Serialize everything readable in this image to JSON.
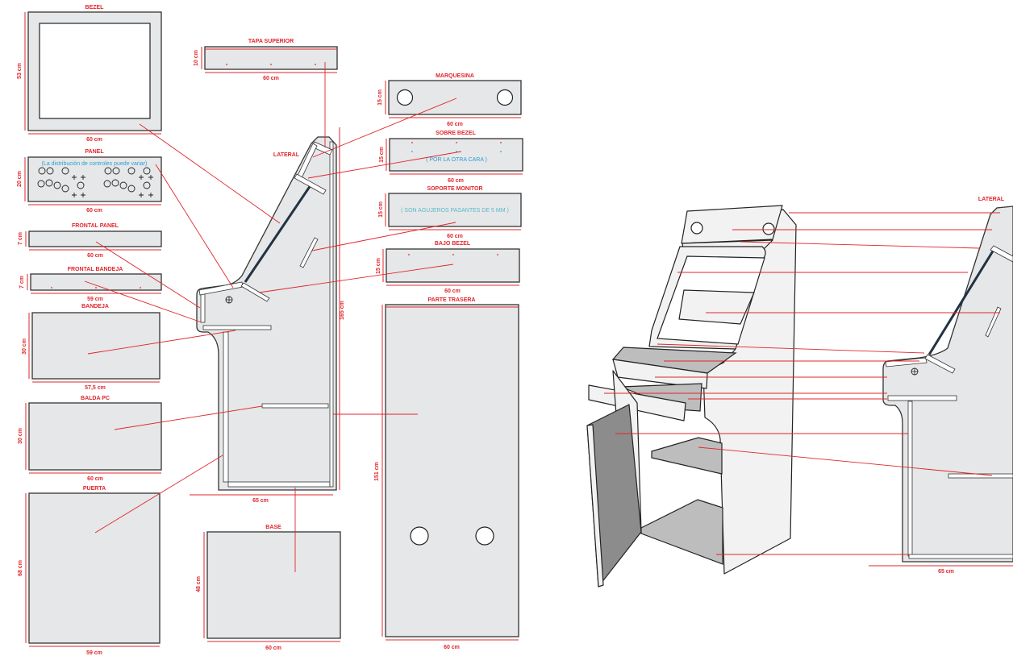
{
  "parts": {
    "bezel": {
      "name": "BEZEL",
      "width": "60 cm",
      "height": "53 cm"
    },
    "tapa_superior": {
      "name": "TAPA SUPERIOR",
      "width": "60 cm",
      "height": "10 cm"
    },
    "panel": {
      "name": "PANEL",
      "note": "(La distribución de controles puede variar)",
      "width": "60 cm",
      "height": "20 cm"
    },
    "frontal_panel": {
      "name": "FRONTAL PANEL",
      "width": "60 cm",
      "height": "7 cm"
    },
    "frontal_bandeja": {
      "name": "FRONTAL BANDEJA",
      "width": "59 cm",
      "height": "7 cm"
    },
    "bandeja": {
      "name": "BANDEJA",
      "width": "57,5 cm",
      "height": "30 cm"
    },
    "balda_pc": {
      "name": "BALDA PC",
      "width": "60 cm",
      "height": "30 cm"
    },
    "puerta": {
      "name": "PUERTA",
      "width": "59 cm",
      "height": "68 cm"
    },
    "lateral": {
      "name": "LATERAL",
      "width": "65 cm",
      "height": "165 cm"
    },
    "base": {
      "name": "BASE",
      "width": "60 cm",
      "height": "48 cm"
    },
    "marquesina": {
      "name": "MARQUESINA",
      "width": "60 cm",
      "height": "15 cm"
    },
    "sobre_bezel": {
      "name": "SOBRE BEZEL",
      "note": "( POR LA OTRA CARA )",
      "width": "60 cm",
      "height": "15 cm"
    },
    "soporte_monitor": {
      "name": "SOPORTE MONITOR",
      "note": "( SON AGUJEROS PASANTES DE 5 MM )",
      "width": "60 cm",
      "height": "15 cm"
    },
    "bajo_bezel": {
      "name": "BAJO BEZEL",
      "width": "60 cm",
      "height": "15 cm"
    },
    "parte_trasera": {
      "name": "PARTE TRASERA",
      "width": "60 cm",
      "height": "151 cm"
    }
  },
  "right_view": {
    "name": "LATERAL",
    "width": "65 cm"
  },
  "colors": {
    "accent": "#e0262b",
    "note": "#2a9fd6",
    "panel": "#e6e7e8"
  }
}
